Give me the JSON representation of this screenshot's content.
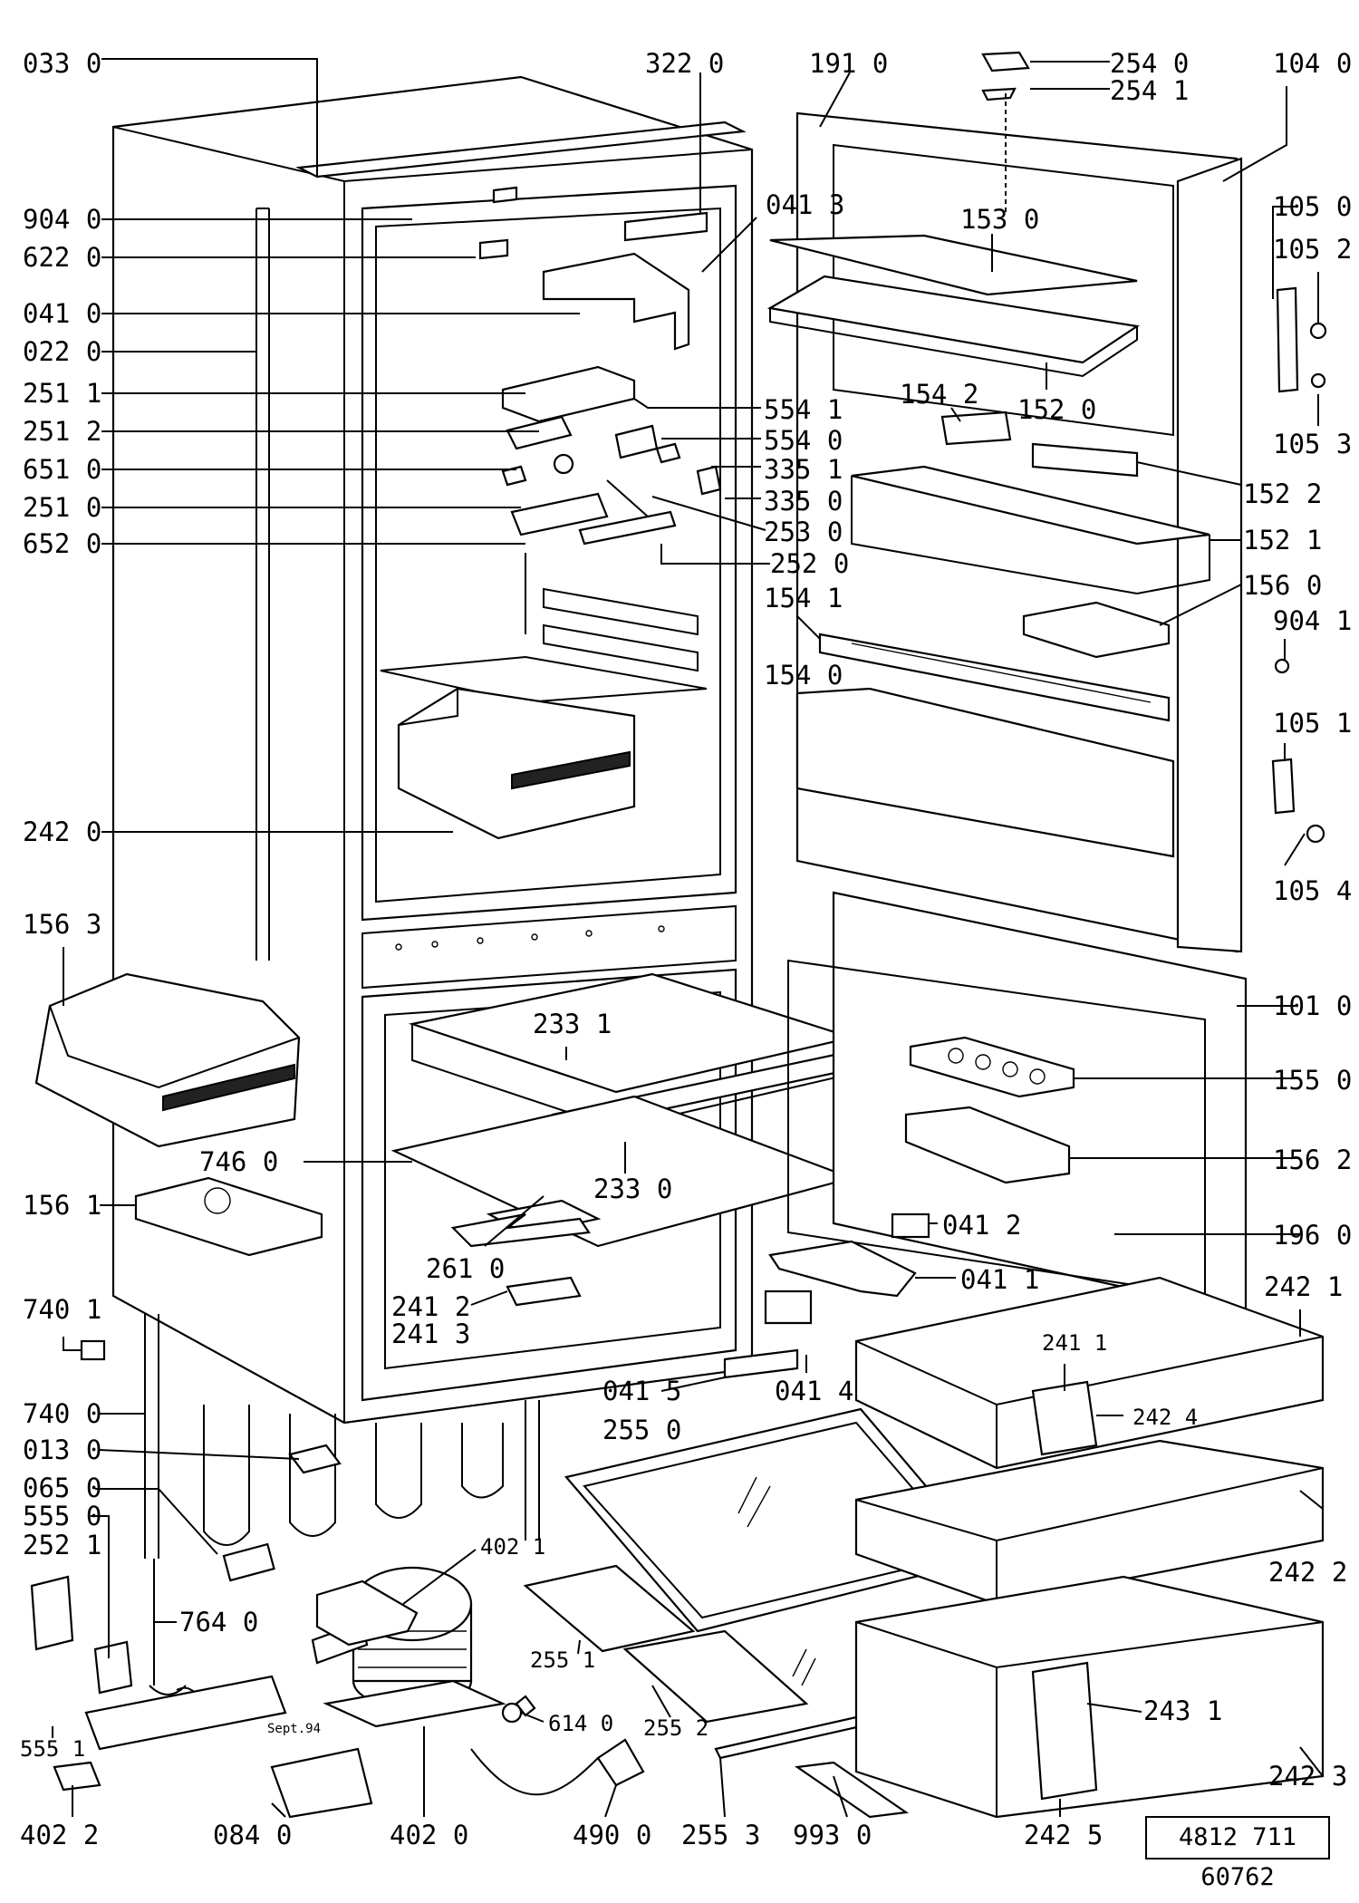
{
  "document_number": "4812 711 60762",
  "callouts": [
    "033 0",
    "322 0",
    "191 0",
    "254 0",
    "254 1",
    "104 0",
    "904 0",
    "622 0",
    "041 3",
    "153 0",
    "105 0",
    "105 2",
    "041 0",
    "022 0",
    "251 1",
    "554 1",
    "154 2",
    "152 0",
    "105 3",
    "251 2",
    "554 0",
    "651 0",
    "335 1",
    "152 2",
    "251 0",
    "335 0",
    "652 0",
    "253 0",
    "152 1",
    "252 0",
    "156 0",
    "154 1",
    "904 1",
    "154 0",
    "105 1",
    "242 0",
    "105 4",
    "156 3",
    "101 0",
    "233 1",
    "155 0",
    "746 0",
    "233 0",
    "156 2",
    "156 1",
    "041 2",
    "261 0",
    "196 0",
    "041 1",
    "740 1",
    "241 2",
    "241 3",
    "242 1",
    "241 1",
    "740 0",
    "041 5",
    "041 4",
    "242 4",
    "013 0",
    "255 0",
    "065 0",
    "555 0",
    "402 1",
    "252 1",
    "242 2",
    "764 0",
    "255 1",
    "614 0",
    "243 1",
    "555 1",
    "255 2",
    "242 3",
    "402 2",
    "084 0",
    "402 0",
    "490 0",
    "255 3",
    "993 0",
    "242 5"
  ],
  "sketch_note": "Sept.94"
}
